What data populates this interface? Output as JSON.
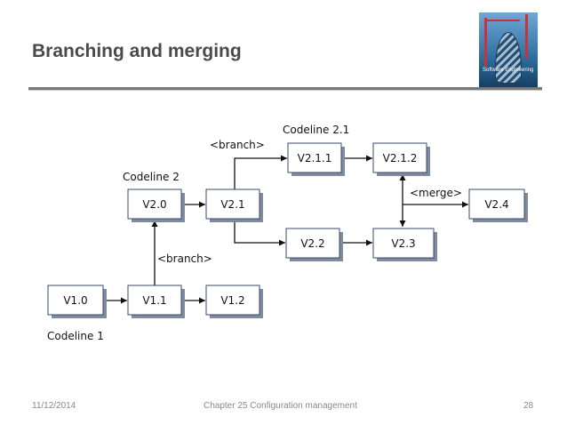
{
  "slide": {
    "title": "Branching and merging",
    "cover_text": "Software Engineering"
  },
  "diagram": {
    "versions": [
      {
        "id": "v1_0",
        "label": "V1.0"
      },
      {
        "id": "v1_1",
        "label": "V1.1"
      },
      {
        "id": "v1_2",
        "label": "V1.2"
      },
      {
        "id": "v2_0",
        "label": "V2.0"
      },
      {
        "id": "v2_1",
        "label": "V2.1"
      },
      {
        "id": "v2_1_1",
        "label": "V2.1.1"
      },
      {
        "id": "v2_1_2",
        "label": "V2.1.2"
      },
      {
        "id": "v2_2",
        "label": "V2.2"
      },
      {
        "id": "v2_3",
        "label": "V2.3"
      },
      {
        "id": "v2_4",
        "label": "V2.4"
      }
    ],
    "codelines": {
      "codeline_1": "Codeline 1",
      "codeline_2": "Codeline 2",
      "codeline_2_1": "Codeline 2.1"
    },
    "annotations": {
      "branch_1": "<branch>",
      "branch_2": "<branch>",
      "merge": "<merge>"
    }
  },
  "footer": {
    "date": "11/12/2014",
    "chapter": "Chapter 25 Configuration management",
    "page": "28"
  }
}
